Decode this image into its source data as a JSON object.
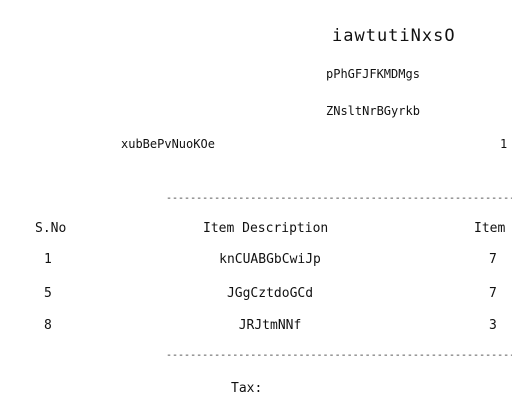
{
  "header": {
    "store_name": "iawtutiNxsO",
    "line1": "pPhGFJFKMDMgs",
    "line2": "ZNsltNrBGyrkb",
    "meta_left": "xubBePvNuoKOe",
    "meta_right": "1"
  },
  "separator": "------------------------------------------------------------",
  "table": {
    "columns": [
      "S.No",
      "Item Description",
      "Item"
    ],
    "rows": [
      {
        "sno": "1",
        "desc": "knCUABGbCwiJp",
        "qty": "7"
      },
      {
        "sno": "5",
        "desc": "JGgCztdoGCd",
        "qty": "7"
      },
      {
        "sno": "8",
        "desc": "JRJtmNNf",
        "qty": "3"
      }
    ]
  },
  "footer": {
    "tax_label": "Tax:"
  }
}
